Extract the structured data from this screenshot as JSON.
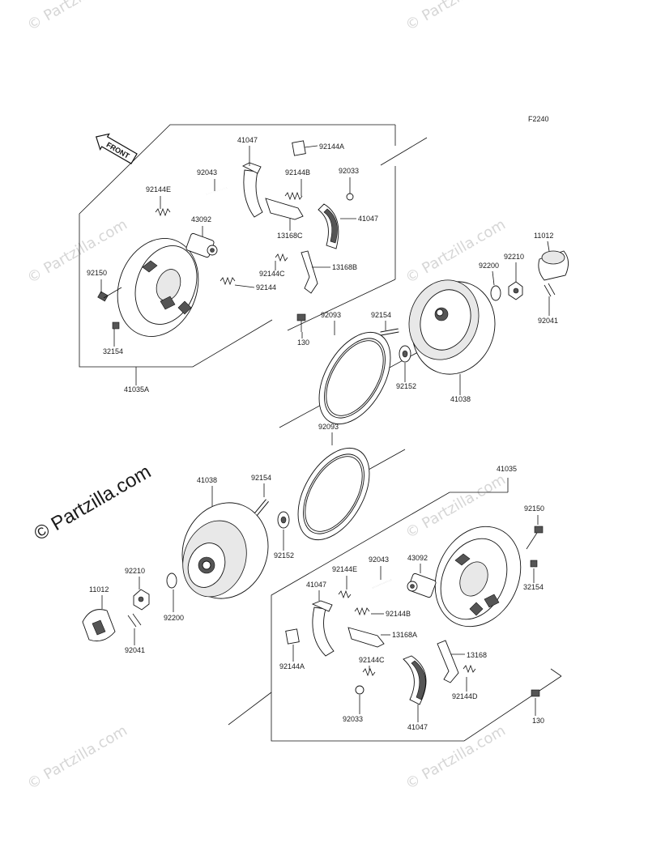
{
  "figure_code": "F2240",
  "front_label": "FRONT",
  "watermark_text": "© Partzilla.com",
  "watermark_large": "© Partzilla.com",
  "labels": {
    "top": {
      "p41047_a": "41047",
      "p92144A": "92144A",
      "p92043": "92043",
      "p92144B": "92144B",
      "p92033": "92033",
      "p92144E": "92144E",
      "p43092": "43092",
      "p41047_b": "41047",
      "p13168C": "13168C",
      "p92150": "92150",
      "p92144C": "92144C",
      "p13168B": "13168B",
      "p92144": "92144",
      "p32154": "32154",
      "p41035A": "41035A",
      "p130": "130",
      "p92093": "92093",
      "p92154": "92154",
      "p92152": "92152",
      "p41038": "41038",
      "p92200": "92200",
      "p92210": "92210",
      "p11012": "11012",
      "p92041": "92041"
    },
    "bottom": {
      "p92093": "92093",
      "p41035": "41035",
      "p41038": "41038",
      "p92154": "92154",
      "p92150": "92150",
      "p92152": "92152",
      "p92210": "92210",
      "p11012": "11012",
      "p92200": "92200",
      "p92041": "92041",
      "p92043": "92043",
      "p43092": "43092",
      "p92144E": "92144E",
      "p32154": "32154",
      "p41047_a": "41047",
      "p92144B": "92144B",
      "p13168A": "13168A",
      "p92144A": "92144A",
      "p92144C": "92144C",
      "p13168": "13168",
      "p92144D": "92144D",
      "p92033": "92033",
      "p41047_b": "41047",
      "p130": "130"
    }
  }
}
